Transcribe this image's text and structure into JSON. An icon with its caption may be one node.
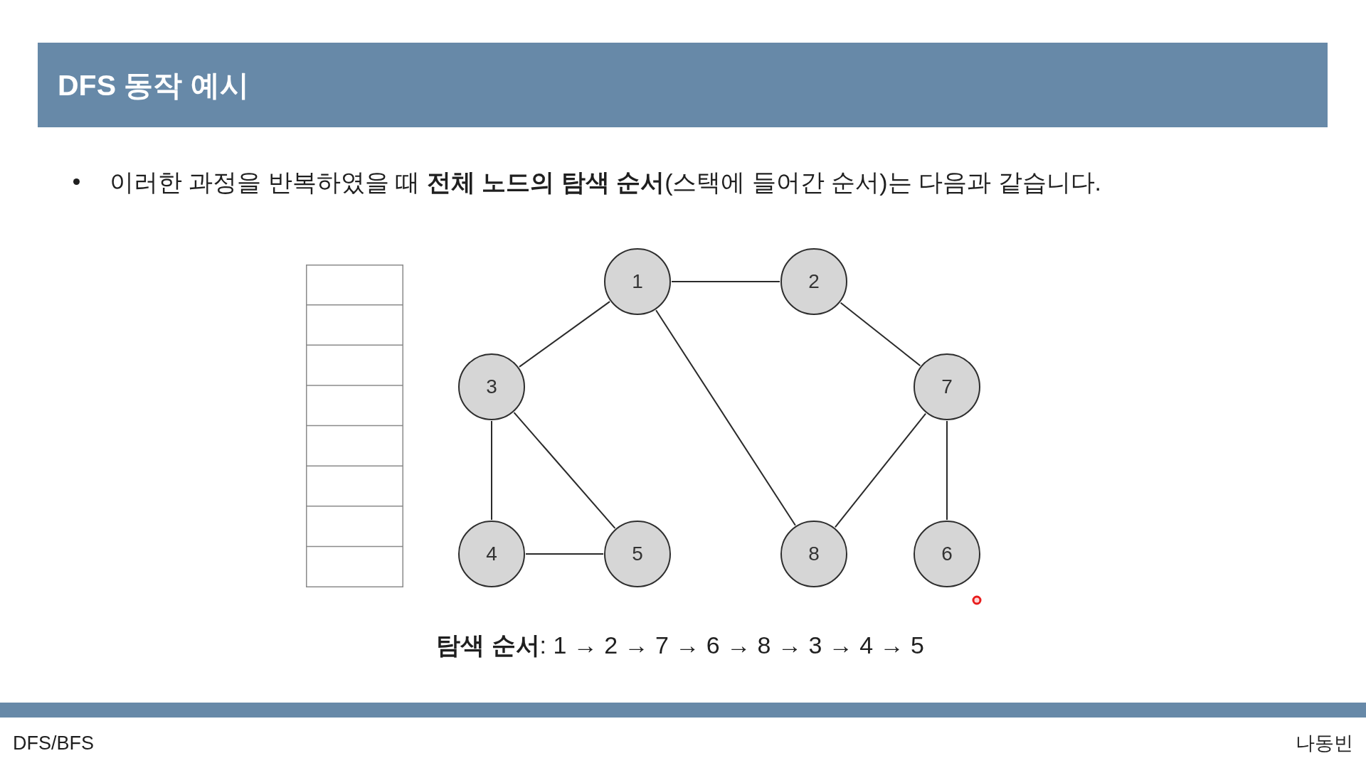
{
  "diagram": {
    "title": "DFS 동작 예시",
    "nodes": [
      {
        "text": [
          "1"
        ]
      },
      {
        "text": [
          "2"
        ]
      },
      {
        "text": [
          "3"
        ]
      },
      {
        "text": [
          "7"
        ]
      },
      {
        "text": [
          "4"
        ]
      },
      {
        "text": [
          "5"
        ]
      },
      {
        "text": [
          "8"
        ]
      },
      {
        "text": [
          "6"
        ]
      }
    ],
    "edges": [
      {
        "from": 0,
        "to": 1,
        "arrow": "none"
      },
      {
        "from": 0,
        "to": 2,
        "arrow": "none"
      },
      {
        "from": 0,
        "to": 6,
        "arrow": "none"
      },
      {
        "from": 1,
        "to": 3,
        "arrow": "none"
      },
      {
        "from": 2,
        "to": 4,
        "arrow": "none"
      },
      {
        "from": 2,
        "to": 5,
        "arrow": "none"
      },
      {
        "from": 4,
        "to": 5,
        "arrow": "none"
      },
      {
        "from": 3,
        "to": 6,
        "arrow": "none"
      },
      {
        "from": 3,
        "to": 7,
        "arrow": "none"
      }
    ],
    "labels": [
      "이러한 과정을 반복하였을 때 **전체 노드의 탐색 순서**(스택에 들어간 순서)는 다음과 같습니다.",
      "**탐색 순서**: 1 → 2 → 7 → 6 → 8 → 3 → 4 → 5",
      "DFS/BFS",
      "나동빈"
    ]
  }
}
